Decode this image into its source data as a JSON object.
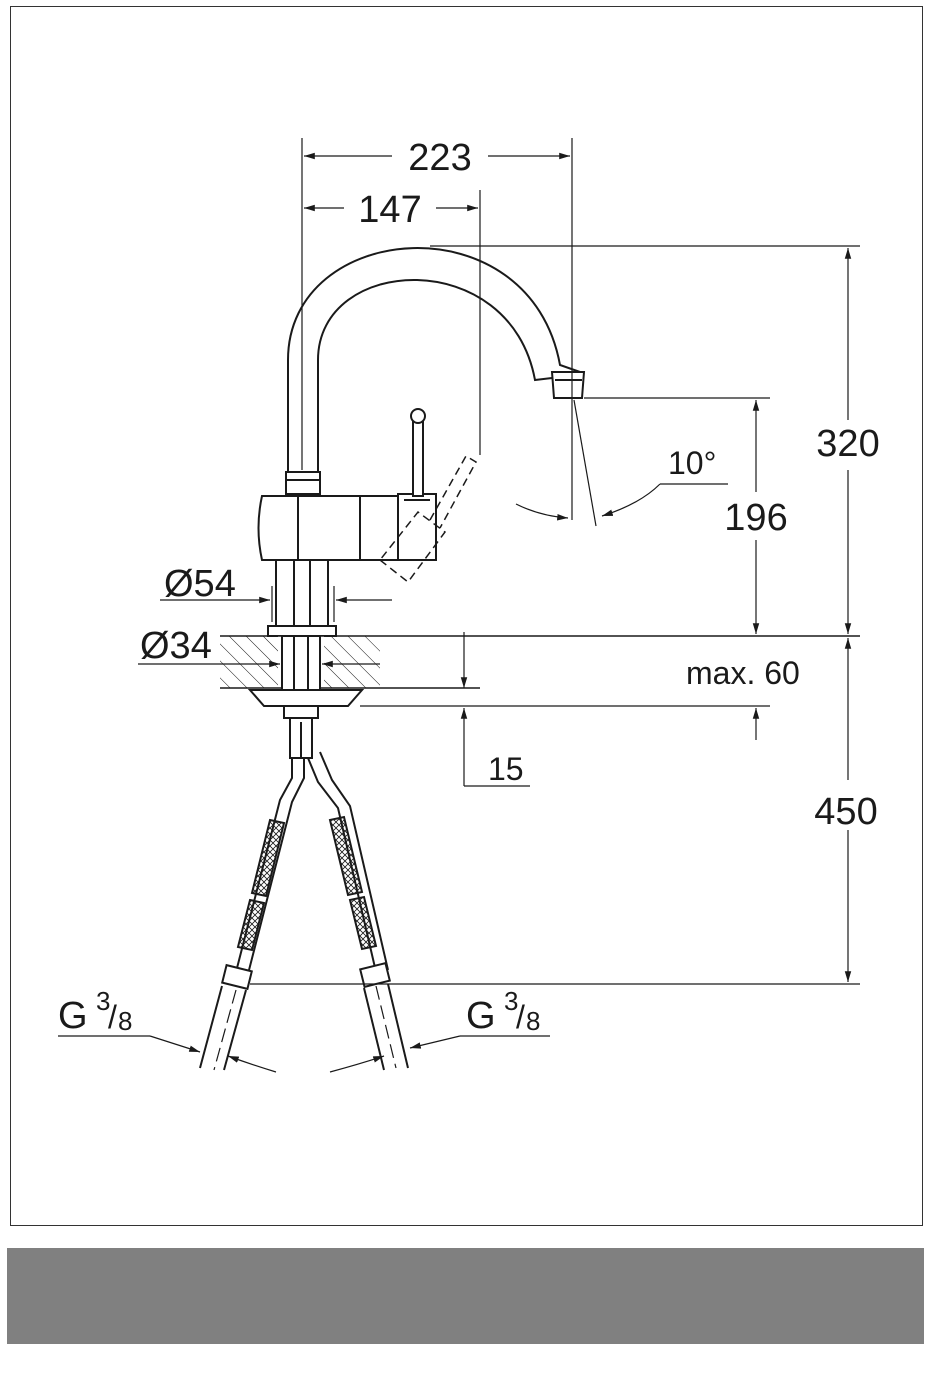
{
  "colors": {
    "line": "#1a1a1a",
    "footer": "#808080",
    "frame": "#333333"
  },
  "dimensions": {
    "d223": "223",
    "d147": "147",
    "d320": "320",
    "d196": "196",
    "d10": "10°",
    "d54": "Ø54",
    "d34": "Ø34",
    "dmax60": "max. 60",
    "d15": "15",
    "d450": "450"
  },
  "connections": {
    "left": {
      "g": "G",
      "num": "3",
      "den": "8"
    },
    "right": {
      "g": "G",
      "num": "3",
      "den": "8"
    }
  }
}
